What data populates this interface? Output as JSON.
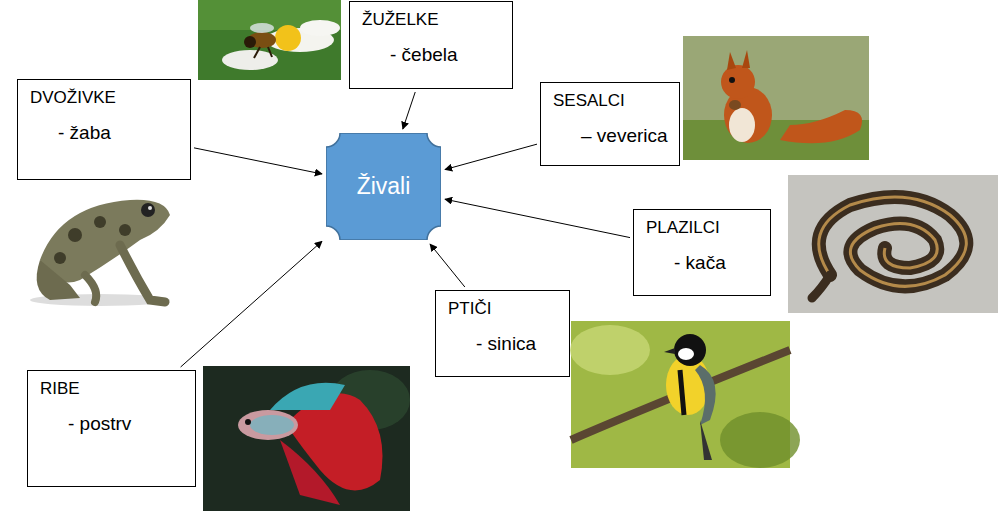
{
  "diagram": {
    "nodes": [
      {
        "text": [
          "ŽUŽELKE",
          "- čebela"
        ]
      },
      {
        "text": [
          "DVOŽIVKE",
          "- žaba"
        ]
      },
      {
        "text": [
          "SESALCI",
          "– veverica"
        ]
      },
      {
        "text": [
          "Živali"
        ]
      },
      {
        "text": [
          "PLAZILCI",
          "- kača"
        ]
      },
      {
        "text": [
          "PTIČI",
          "- sinica"
        ]
      },
      {
        "text": [
          "RIBE",
          "- postrv"
        ]
      }
    ],
    "edges": [
      {
        "from": 0,
        "to": 3,
        "arrow": "to"
      },
      {
        "from": 1,
        "to": 3,
        "arrow": "to"
      },
      {
        "from": 2,
        "to": 3,
        "arrow": "to"
      },
      {
        "from": 4,
        "to": 3,
        "arrow": "to"
      },
      {
        "from": 5,
        "to": 3,
        "arrow": "to"
      },
      {
        "from": 6,
        "to": 3,
        "arrow": "to"
      }
    ]
  }
}
